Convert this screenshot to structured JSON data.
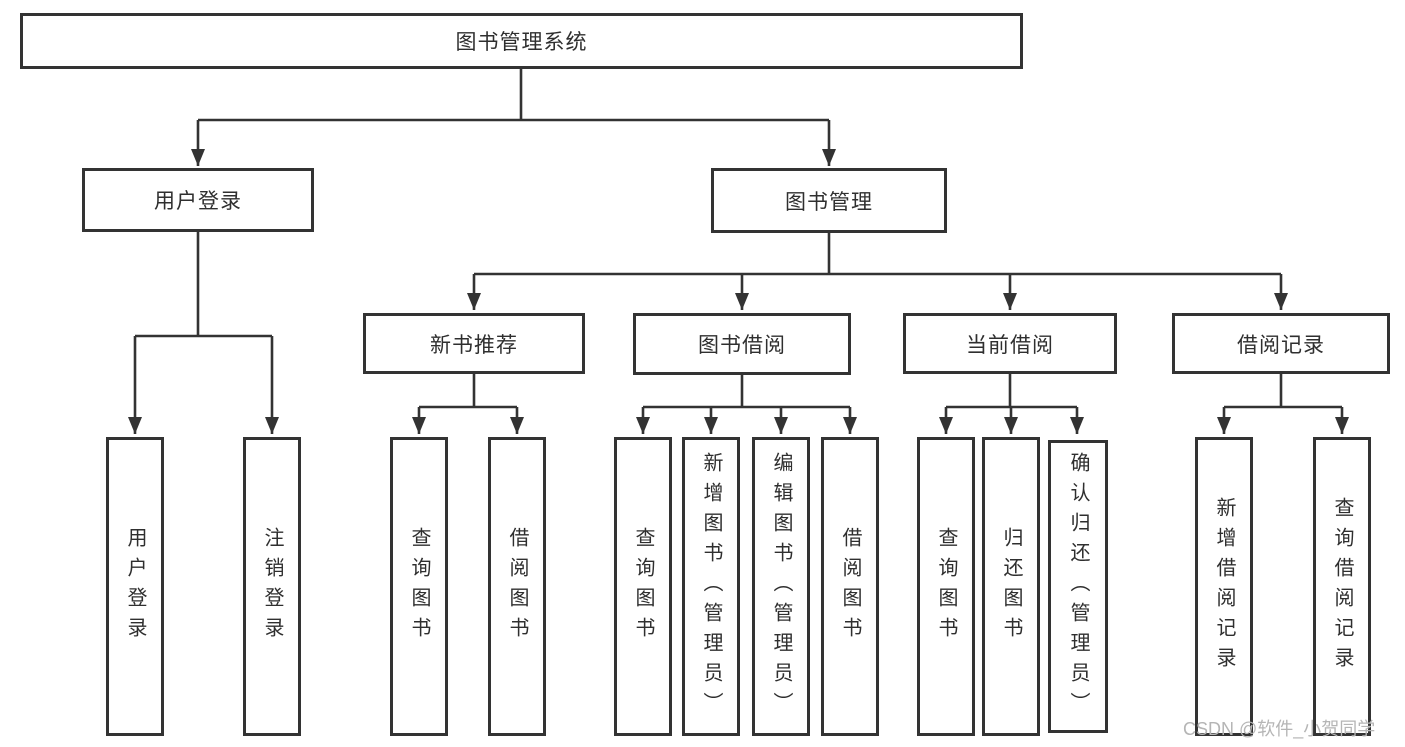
{
  "diagram": {
    "root": {
      "label": "图书管理系统"
    },
    "level2": [
      {
        "label": "用户登录"
      },
      {
        "label": "图书管理"
      }
    ],
    "level3": [
      {
        "label": "新书推荐"
      },
      {
        "label": "图书借阅"
      },
      {
        "label": "当前借阅"
      },
      {
        "label": "借阅记录"
      }
    ],
    "leaves": {
      "user_login": [
        "用户登录",
        "注销登录"
      ],
      "new_book": [
        "查询图书",
        "借阅图书"
      ],
      "book_borrow": [
        "查询图书",
        "新增图书（管理员）",
        "编辑图书（管理员）",
        "借阅图书"
      ],
      "current_borrow": [
        "查询图书",
        "归还图书",
        "确认归还（管理员）"
      ],
      "borrow_record": [
        "新增借阅记录",
        "查询借阅记录"
      ]
    }
  },
  "watermark": {
    "text": "CSDN @软件_小贺同学"
  },
  "colors": {
    "line": "#333333",
    "text": "#2f2f2f",
    "watermark": "#b5b5b5",
    "background": "#ffffff"
  }
}
